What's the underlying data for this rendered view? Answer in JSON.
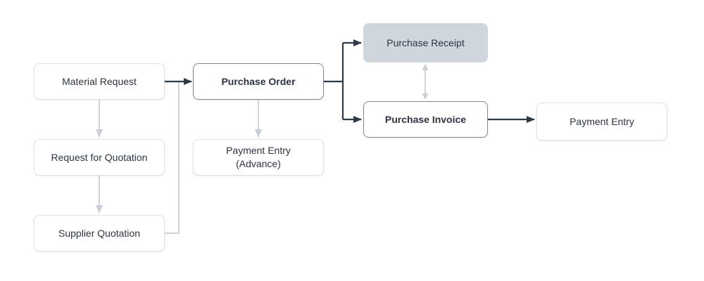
{
  "diagram": {
    "nodes": {
      "material_request": {
        "label": "Material Request",
        "style": "default"
      },
      "request_for_quotation": {
        "label": "Request for Quotation",
        "style": "default"
      },
      "supplier_quotation": {
        "label": "Supplier Quotation",
        "style": "default"
      },
      "purchase_order": {
        "label": "Purchase Order",
        "style": "emphasis"
      },
      "payment_entry_advance": {
        "label": "Payment Entry (Advance)",
        "label_line1": "Payment Entry",
        "label_line2": "(Advance)",
        "style": "default"
      },
      "purchase_receipt": {
        "label": "Purchase Receipt",
        "style": "filled"
      },
      "purchase_invoice": {
        "label": "Purchase Invoice",
        "style": "emphasis"
      },
      "payment_entry": {
        "label": "Payment Entry",
        "style": "default"
      }
    },
    "edges": [
      {
        "from": "Material Request",
        "to": "Purchase Order",
        "style": "primary",
        "direction": "forward"
      },
      {
        "from": "Material Request",
        "to": "Request for Quotation",
        "style": "secondary",
        "direction": "forward"
      },
      {
        "from": "Request for Quotation",
        "to": "Supplier Quotation",
        "style": "secondary",
        "direction": "forward"
      },
      {
        "from": "Supplier Quotation",
        "to": "Purchase Order",
        "style": "secondary",
        "direction": "merge-line"
      },
      {
        "from": "Purchase Order",
        "to": "Purchase Receipt",
        "style": "primary",
        "direction": "forward"
      },
      {
        "from": "Purchase Order",
        "to": "Purchase Invoice",
        "style": "primary",
        "direction": "forward"
      },
      {
        "from": "Purchase Order",
        "to": "Payment Entry (Advance)",
        "style": "secondary",
        "direction": "forward"
      },
      {
        "from": "Purchase Receipt",
        "to": "Purchase Invoice",
        "style": "secondary",
        "direction": "bidirectional"
      },
      {
        "from": "Purchase Invoice",
        "to": "Payment Entry",
        "style": "primary",
        "direction": "forward"
      }
    ],
    "colors": {
      "primary_edge": "#2e3a46",
      "secondary_edge": "#c8cfd6",
      "node_border_light": "#dce3e9",
      "node_border_emphasis": "#7f8994",
      "node_fill_highlight": "#cfd7dd",
      "text": "#2b3440",
      "background": "#ffffff"
    }
  }
}
